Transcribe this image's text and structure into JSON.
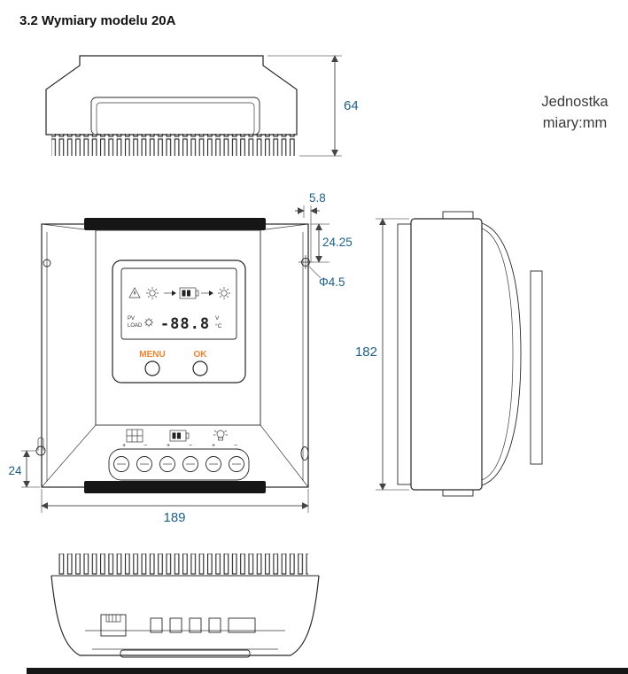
{
  "header": {
    "title": "3.2 Wymiary modelu 20A"
  },
  "unit_note": {
    "line1": "Jednostka",
    "line2": "miary:mm"
  },
  "dimensions": {
    "top_height": "64",
    "hole_edge_offset": "5.8",
    "hole_top_offset": "24.25",
    "hole_diameter": "Φ4.5",
    "body_height": "182",
    "keyhole_bottom_offset": "24",
    "body_width": "189"
  },
  "front_panel": {
    "lcd": {
      "value": "-88.8",
      "pv_label": "PV",
      "load_label": "LOAD",
      "unit_top": "V",
      "unit_bottom": "°C"
    },
    "buttons": {
      "menu": "MENU",
      "ok": "OK"
    },
    "terminals": {
      "signs": [
        "+",
        "−",
        "+",
        "−",
        "+",
        "−"
      ]
    }
  },
  "colors": {
    "dimension_text": "#1d5f84",
    "accent_orange": "#ee8230",
    "line": "#262626"
  }
}
